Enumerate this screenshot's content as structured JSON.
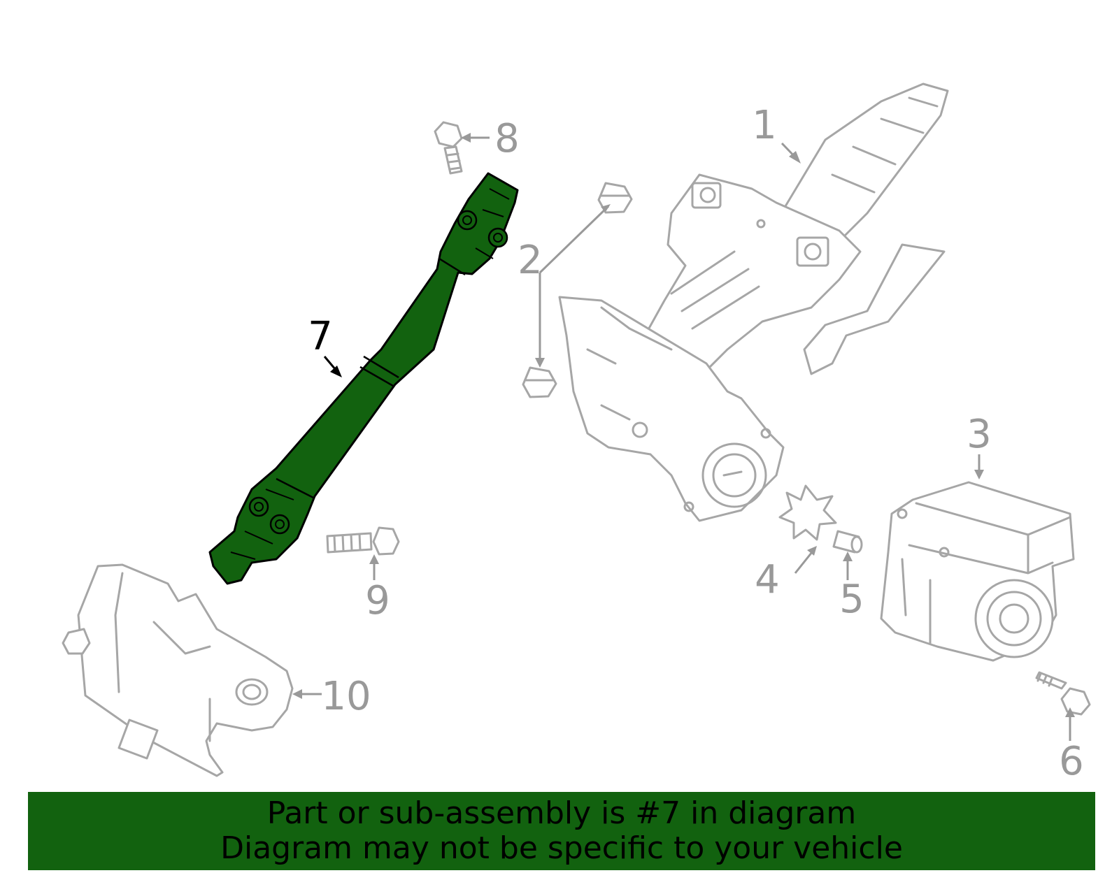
{
  "callouts": [
    "1",
    "2",
    "3",
    "4",
    "5",
    "6",
    "7",
    "8",
    "9",
    "10"
  ],
  "highlight_part": "7",
  "colors": {
    "highlight": "#12620f",
    "outline": "#a6a6a6",
    "callout": "#999999",
    "banner": "#12620f"
  },
  "banner": {
    "line1": "Part or sub-assembly is #7 in diagram",
    "line2": "Diagram may not be specific to your vehicle"
  }
}
